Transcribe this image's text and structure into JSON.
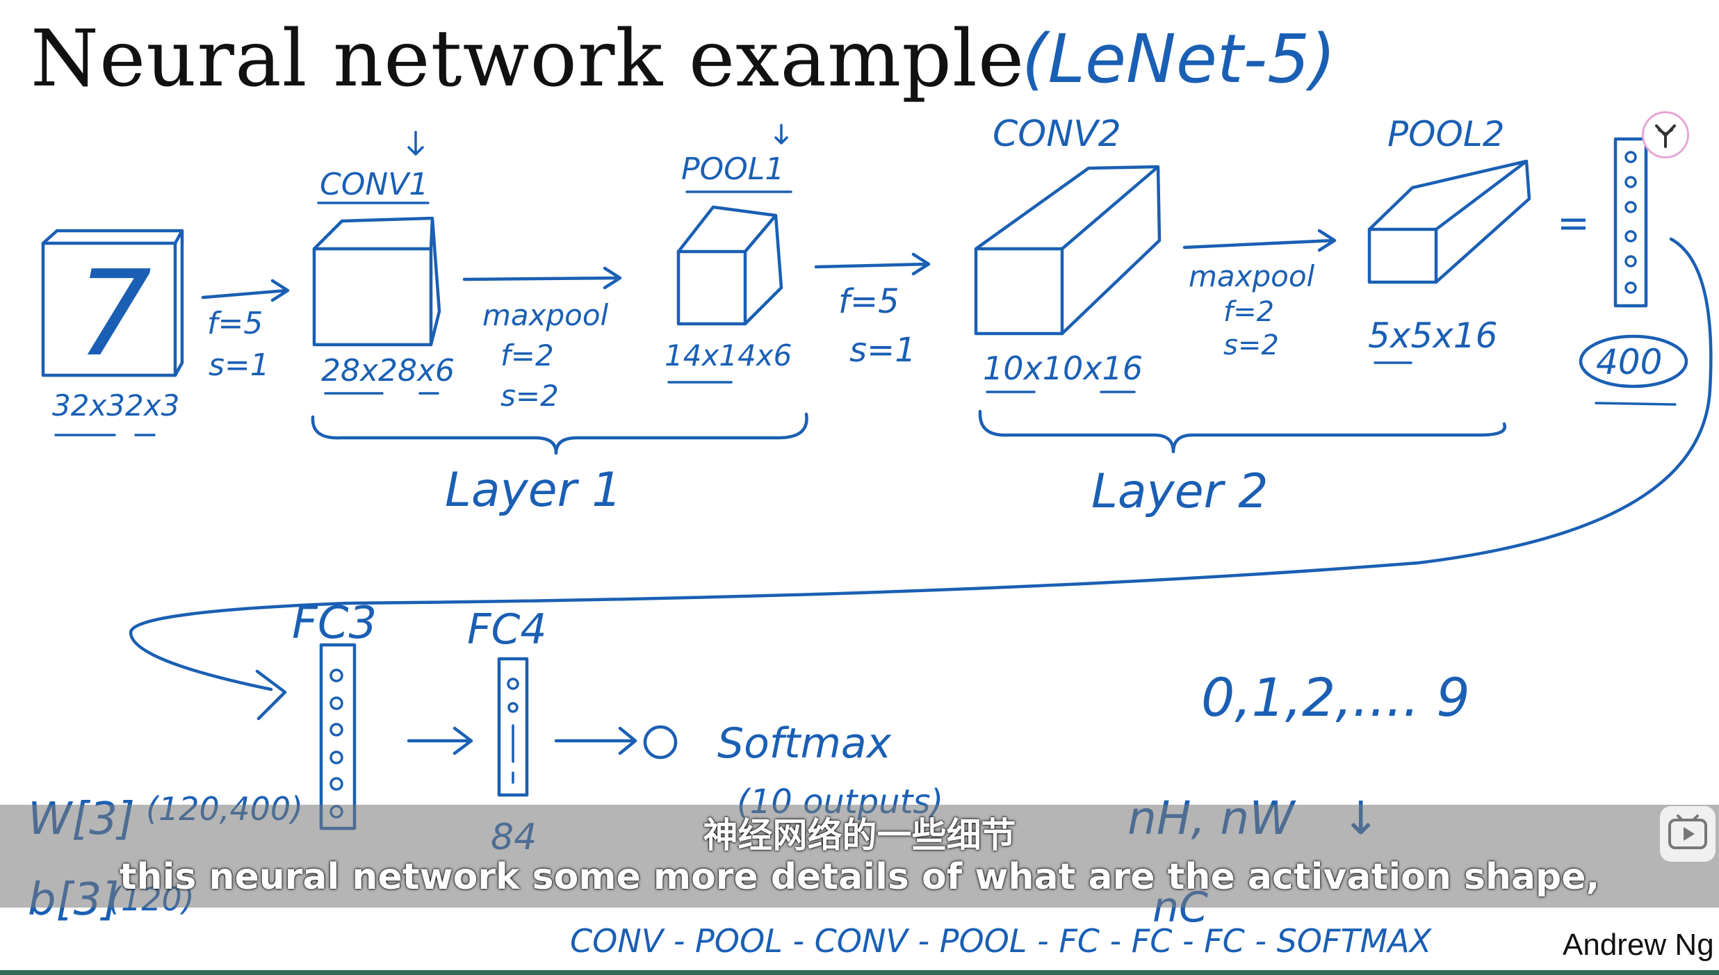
{
  "slide": {
    "title": "Neural network example",
    "model_name": "(LeNet-5)",
    "author": "Andrew Ng"
  },
  "diagram": {
    "input": {
      "label": "7",
      "shape": "32x32x3"
    },
    "conv1": {
      "name": "CONV1",
      "params": [
        "f=5",
        "s=1"
      ],
      "shape": "28x28x6"
    },
    "pool1": {
      "name": "POOL1",
      "op": "maxpool",
      "params": [
        "f=2",
        "s=2"
      ],
      "shape": "14x14x6"
    },
    "conv2": {
      "name": "CONV2",
      "params": [
        "f=5",
        "s=1"
      ],
      "shape": "10x10x16"
    },
    "pool2": {
      "name": "POOL2",
      "op": "maxpool",
      "params": [
        "f=2",
        "s=2"
      ],
      "shape": "5x5x16"
    },
    "flatten": {
      "equals": "=",
      "size": "400"
    },
    "layer1": "Layer 1",
    "layer2": "Layer 2",
    "fc3": {
      "name": "FC3",
      "w": "W[3]",
      "w_shape": "(120,400)",
      "b": "b[3]",
      "b_shape": "(120)"
    },
    "fc4": {
      "name": "FC4",
      "size": "84"
    },
    "softmax": {
      "label": "Softmax",
      "note": "(10 outputs)"
    },
    "digits": "0,1,2,.... 9",
    "dims_note": "nH, nW",
    "dims_note2": "nC",
    "arrow_down": "↓",
    "pipeline": "CONV - POOL - CONV - POOL - FC - FC - FC - SOFTMAX"
  },
  "subtitles": {
    "chinese": "神经网络的一些细节",
    "english": "this neural network some more details of what are the activation shape,"
  },
  "icons": {
    "logo": "y-logo-icon",
    "player": "play-icon"
  },
  "colors": {
    "ink": "#1a5fb4",
    "subtitle_bar": "#787878"
  }
}
